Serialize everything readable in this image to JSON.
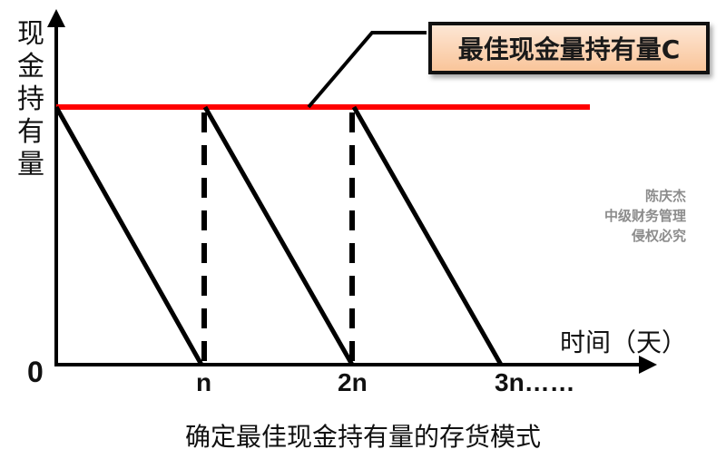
{
  "diagram": {
    "title": "确定最佳现金持有量的存货模式",
    "y_axis_label": [
      "现",
      "金",
      "持",
      "有",
      "量"
    ],
    "x_axis_label": "时间（天）",
    "origin_label": "0",
    "x_ticks": [
      "n",
      "2n",
      "3n……"
    ],
    "callout": {
      "text": "最佳现金量持有量C",
      "fill_top": "#fde6d4",
      "fill_bottom": "#f9c59a",
      "border": "#111111"
    },
    "optimal_line_color": "#ff0000",
    "watermark": [
      "陈庆杰",
      "中级财务管理",
      "侵权必究"
    ]
  },
  "chart_data": {
    "type": "line",
    "title": "确定最佳现金持有量的存货模式",
    "xlabel": "时间（天）",
    "ylabel": "现金持有量",
    "x_ticks": [
      "0",
      "n",
      "2n",
      "3n……"
    ],
    "series": [
      {
        "name": "现金持有量 (sawtooth)",
        "x": [
          "0",
          "n",
          "n",
          "2n",
          "2n",
          "3n"
        ],
        "y": [
          "C",
          "0",
          "C",
          "0",
          "C",
          "0"
        ]
      },
      {
        "name": "最佳现金量持有量C",
        "x": [
          "0",
          "3n+"
        ],
        "y": [
          "C",
          "C"
        ],
        "color": "#ff0000"
      }
    ],
    "annotations": [
      "最佳现金量持有量C"
    ],
    "grid": false
  }
}
